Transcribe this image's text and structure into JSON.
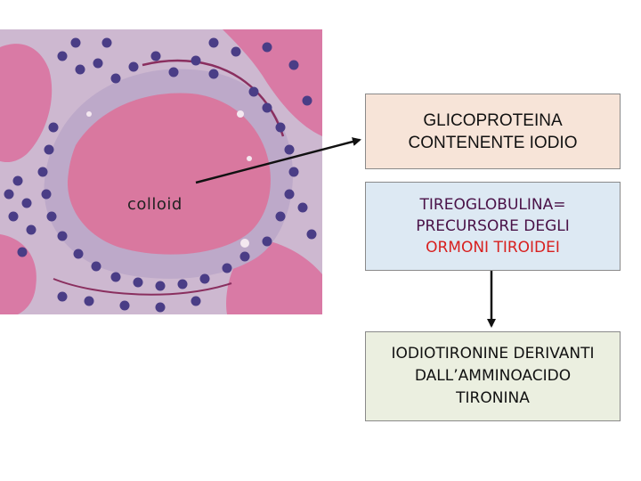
{
  "histology": {
    "label": "colloid"
  },
  "boxes": {
    "glycoprotein": {
      "line1": "GLICOPROTEINA",
      "line2": "CONTENENTE IODIO"
    },
    "thyroglobulin": {
      "line1": "TIREOGLOBULINA=",
      "line2": "PRECURSORE DEGLI",
      "line3": "ORMONI TIROIDEI"
    },
    "iodothyronines": {
      "line1": "IODIOTIRONINE DERIVANTI",
      "line2": "DALL’AMMINOACIDO",
      "line3": "TIRONINA"
    }
  },
  "colors": {
    "colloid": "#d76f9a",
    "epithelium": "#b9a6c4",
    "nucleus": "#4a3d86",
    "highlight_text": "#d8201f",
    "purple_text": "#4a1248"
  }
}
